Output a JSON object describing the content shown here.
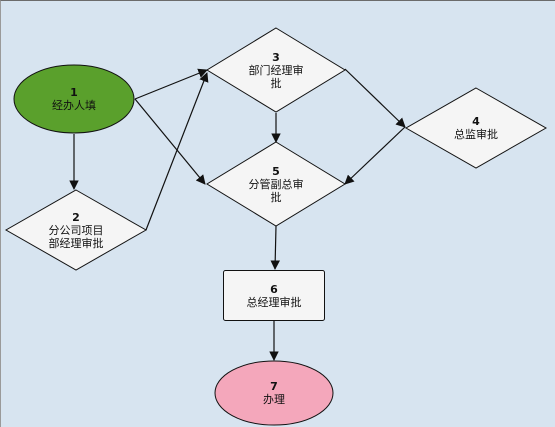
{
  "nodes": [
    {
      "id": "1",
      "number": "1",
      "lines": [
        "经办人填"
      ]
    },
    {
      "id": "2",
      "number": "2",
      "lines": [
        "分公司项目",
        "部经理审批"
      ]
    },
    {
      "id": "3",
      "number": "3",
      "lines": [
        "部门经理审",
        "批"
      ]
    },
    {
      "id": "4",
      "number": "4",
      "lines": [
        "总监审批"
      ]
    },
    {
      "id": "5",
      "number": "5",
      "lines": [
        "分管副总审",
        "批"
      ]
    },
    {
      "id": "6",
      "number": "6",
      "lines": [
        "总经理审批"
      ]
    },
    {
      "id": "7",
      "number": "7",
      "lines": [
        "办理"
      ]
    }
  ],
  "edges": [
    {
      "from": "1",
      "to": "2"
    },
    {
      "from": "1",
      "to": "3"
    },
    {
      "from": "1",
      "to": "5"
    },
    {
      "from": "2",
      "to": "3"
    },
    {
      "from": "3",
      "to": "5"
    },
    {
      "from": "3",
      "to": "4"
    },
    {
      "from": "4",
      "to": "5"
    },
    {
      "from": "5",
      "to": "6"
    },
    {
      "from": "6",
      "to": "7"
    }
  ],
  "colors": {
    "start_fill": "#5aa02c",
    "end_fill": "#f4a7bb",
    "step_fill": "#f5f5f5",
    "stroke": "#111111",
    "background": "#d7e4f0"
  }
}
